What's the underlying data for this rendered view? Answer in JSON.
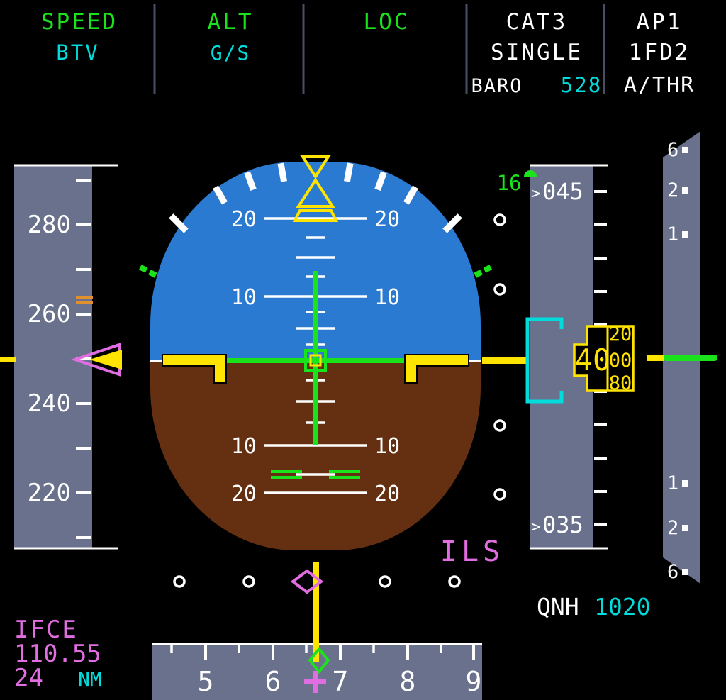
{
  "fma": {
    "autothrust_mode": "SPEED",
    "autothrust_armed": "BTV",
    "vertical_mode": "ALT",
    "vertical_armed": "G/S",
    "lateral_mode": "LOC",
    "landing_capability": "CAT3",
    "landing_category": "SINGLE",
    "minimums_label": "BARO",
    "minimums_value": "528",
    "autopilot": "AP1",
    "flight_director": "1FD2",
    "autothrust": "A/THR"
  },
  "speed_tape": {
    "labels": [
      "280",
      "260",
      "240",
      "220"
    ]
  },
  "attitude": {
    "pitch_label_20": "20",
    "pitch_label_10": "10"
  },
  "ils": {
    "marker": "ILS",
    "ident": "IFCE",
    "frequency": "110.55",
    "dme": "24",
    "dme_unit": "NM"
  },
  "altitude_tape": {
    "marker_prefix": ">",
    "upper_label": "045",
    "lower_label": "035",
    "current_hundreds": "40",
    "rolling_digits": [
      "20",
      "00",
      "80"
    ],
    "green_value": "16"
  },
  "qnh": {
    "label": "QNH",
    "value": "1020"
  },
  "vertical_speed": {
    "upper": [
      "6",
      "2",
      "1"
    ],
    "lower": [
      "1",
      "2",
      "6"
    ]
  },
  "heading_tape": {
    "labels": [
      "5",
      "6",
      "7",
      "8",
      "9"
    ]
  },
  "colors": {
    "green": "#1be31b",
    "cyan": "#00dcdc",
    "magenta": "#e06ee0",
    "yellow": "#ffe400",
    "white": "#ffffff",
    "amber": "#e0912e",
    "tape": "#6a718c",
    "sky": "#2a7ad2",
    "ground": "#643011",
    "divider": "#474e66"
  }
}
